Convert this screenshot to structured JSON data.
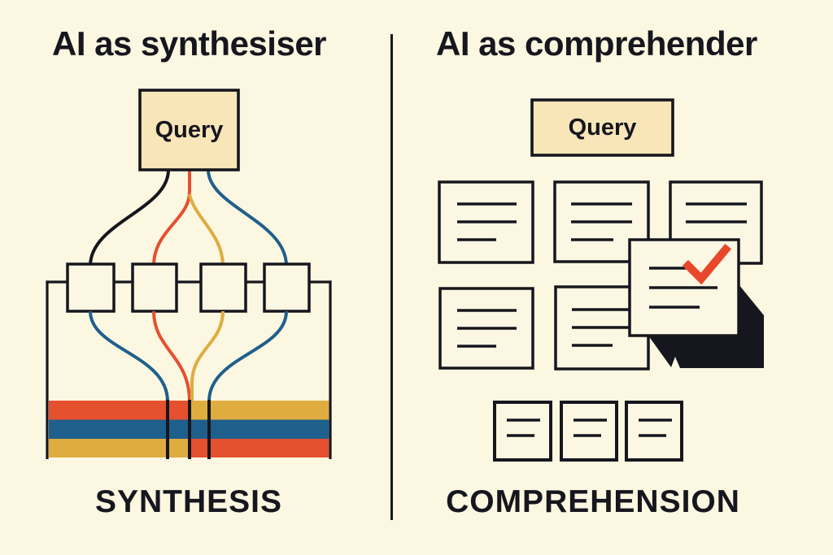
{
  "left_panel": {
    "title": "AI as synthesiser",
    "query_label": "Query",
    "caption": "SYNTHESIS",
    "source_box_count": 4,
    "flow_line_colors": [
      "black",
      "red",
      "yellow",
      "blue"
    ]
  },
  "right_panel": {
    "title": "AI as comprehender",
    "query_label": "Query",
    "caption": "COMPREHENSION",
    "document_card_count_row1": 3,
    "document_card_count_row2": 2,
    "small_document_count": 3,
    "selected_document": {
      "icon": "checkmark-icon",
      "checkmark_color": "#E9472B"
    }
  },
  "colors": {
    "background": "#FBF7E1",
    "ink": "#16161E",
    "red": "#E5502F",
    "blue": "#1F5F8C",
    "yellow": "#DFAC3F",
    "check_red": "#E9472B",
    "query_fill": "#F8E6B8",
    "card_fill": "#FBF7E2"
  }
}
